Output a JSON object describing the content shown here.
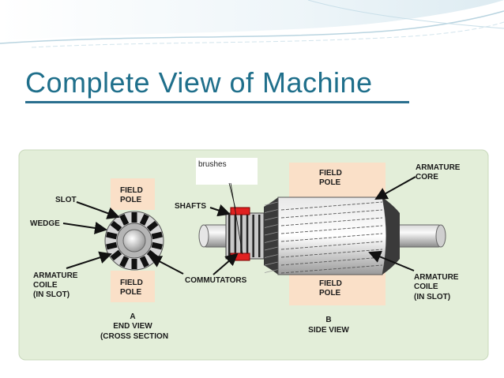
{
  "slide": {
    "title": "Complete View of Machine"
  },
  "diagram": {
    "brushes_label": "brushes",
    "end_view": {
      "slot": "SLOT",
      "wedge": "WEDGE",
      "field_pole_top": [
        "FIELD",
        "POLE"
      ],
      "field_pole_bottom": [
        "FIELD",
        "POLE"
      ],
      "armature_coil": [
        "ARMATURE",
        "COILE",
        "(IN SLOT)"
      ],
      "caption": [
        "A",
        "END VIEW",
        "(CROSS SECTION"
      ]
    },
    "shafts": "SHAFTS",
    "commutators": "COMMUTATORS",
    "side_view": {
      "field_pole_top": [
        "FIELD",
        "POLE"
      ],
      "field_pole_bottom": [
        "FIELD",
        "POLE"
      ],
      "armature_core": [
        "ARMATURE",
        "CORE"
      ],
      "armature_coil": [
        "ARMATURE",
        "COILE",
        "(IN SLOT)"
      ],
      "caption": [
        "B",
        "SIDE VIEW"
      ]
    },
    "colors": {
      "panel": "#e3eed9",
      "pole": "#fae0c8",
      "brush": "#e02020",
      "title": "#1f6f8b"
    }
  }
}
